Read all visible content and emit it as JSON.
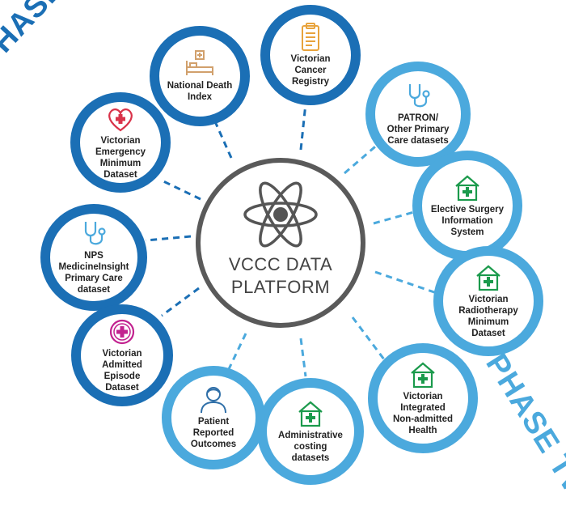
{
  "phase_one_label": "PHASE ONE",
  "phase_two_label": "PHASE TWO",
  "center": {
    "line1": "VCCC DATA",
    "line2": "PLATFORM",
    "icon": "atom-icon"
  },
  "colors": {
    "phase_one": "#1b6fb5",
    "phase_two": "#4ba9dd",
    "center_ring": "#5a5a5a"
  },
  "nodes": [
    {
      "id": "national-death-index",
      "phase": "one",
      "label": "National Death\nIndex",
      "icon": "hospital-bed-icon"
    },
    {
      "id": "victorian-cancer-registry",
      "phase": "one",
      "label": "Victorian\nCancer\nRegistry",
      "icon": "clipboard-icon"
    },
    {
      "id": "victorian-emergency-minimum-dataset",
      "phase": "one",
      "label": "Victorian\nEmergency\nMinimum\nDataset",
      "icon": "heart-plus-icon"
    },
    {
      "id": "nps-medicineinsight",
      "phase": "one",
      "label": "NPS\nMedicineInsight\nPrimary Care\ndataset",
      "icon": "stethoscope-icon"
    },
    {
      "id": "victorian-admitted-episode-dataset",
      "phase": "one",
      "label": "Victorian\nAdmitted\nEpisode\nDataset",
      "icon": "medical-cross-icon"
    },
    {
      "id": "patron-primary-care",
      "phase": "two",
      "label": "PATRON/\nOther Primary\nCare datasets",
      "icon": "stethoscope-icon"
    },
    {
      "id": "elective-surgery-information-system",
      "phase": "two",
      "label": "Elective Surgery\nInformation\nSystem",
      "icon": "hospital-building-icon"
    },
    {
      "id": "victorian-radiotherapy-minimum-dataset",
      "phase": "two",
      "label": "Victorian\nRadiotherapy\nMinimum\nDataset",
      "icon": "hospital-building-icon"
    },
    {
      "id": "victorian-integrated-non-admitted-health",
      "phase": "two",
      "label": "Victorian\nIntegrated\nNon-admitted\nHealth",
      "icon": "hospital-building-icon"
    },
    {
      "id": "administrative-costing-datasets",
      "phase": "two",
      "label": "Administrative\ncosting\ndatasets",
      "icon": "hospital-building-icon"
    },
    {
      "id": "patient-reported-outcomes",
      "phase": "two",
      "label": "Patient\nReported\nOutcomes",
      "icon": "person-icon"
    }
  ]
}
